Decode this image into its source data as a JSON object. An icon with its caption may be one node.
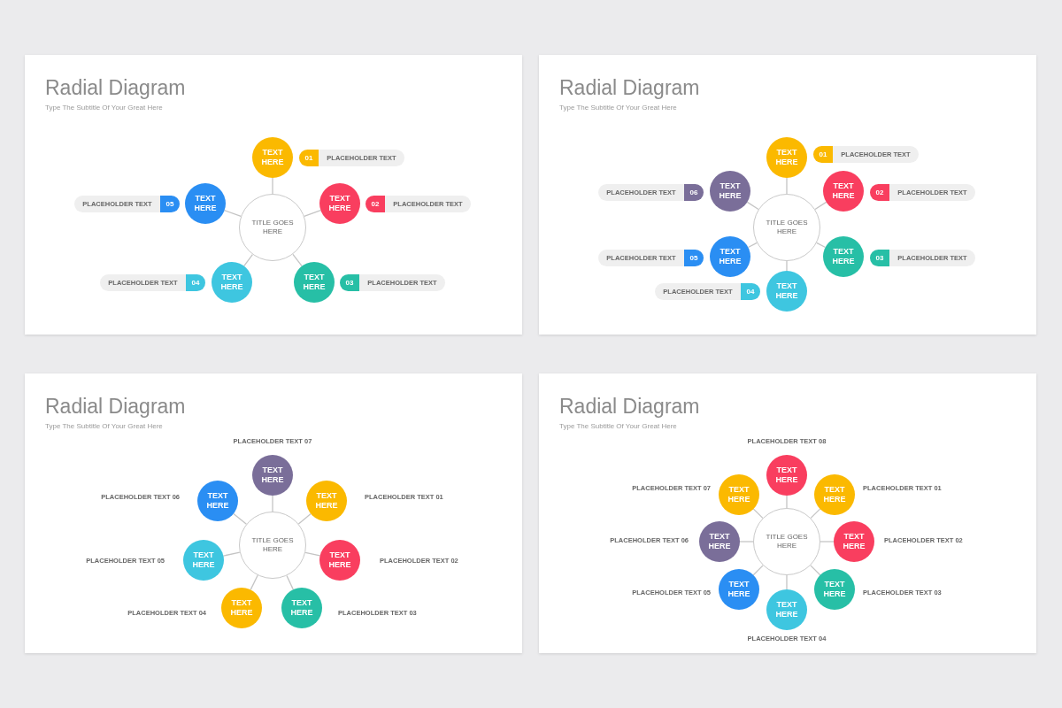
{
  "diagram": {
    "nodes": [
      {
        "text": [
          "Radial Diagram",
          "Type The Subtitle Of Your Great Here"
        ]
      },
      {
        "text": [
          "TITLE GOES HERE"
        ],
        "in": 0
      },
      {
        "text": [
          "TEXT HERE"
        ],
        "in": 0
      },
      {
        "text": [
          "01",
          "PLACEHOLDER TEXT"
        ],
        "in": 0
      },
      {
        "text": [
          "TEXT HERE"
        ],
        "in": 0
      },
      {
        "text": [
          "02",
          "PLACEHOLDER TEXT"
        ],
        "in": 0
      },
      {
        "text": [
          "TEXT HERE"
        ],
        "in": 0
      },
      {
        "text": [
          "03",
          "PLACEHOLDER TEXT"
        ],
        "in": 0
      },
      {
        "text": [
          "TEXT HERE"
        ],
        "in": 0
      },
      {
        "text": [
          "PLACEHOLDER TEXT",
          "04"
        ],
        "in": 0
      },
      {
        "text": [
          "TEXT HERE"
        ],
        "in": 0
      },
      {
        "text": [
          "PLACEHOLDER TEXT",
          "05"
        ],
        "in": 0
      },
      {
        "text": [
          "Radial Diagram",
          "Type The Subtitle Of Your Great Here"
        ]
      },
      {
        "text": [
          "TITLE GOES HERE"
        ],
        "in": 12
      },
      {
        "text": [
          "TEXT HERE"
        ],
        "in": 12
      },
      {
        "text": [
          "01",
          "PLACEHOLDER TEXT"
        ],
        "in": 12
      },
      {
        "text": [
          "TEXT HERE"
        ],
        "in": 12
      },
      {
        "text": [
          "02",
          "PLACEHOLDER TEXT"
        ],
        "in": 12
      },
      {
        "text": [
          "TEXT HERE"
        ],
        "in": 12
      },
      {
        "text": [
          "03",
          "PLACEHOLDER TEXT"
        ],
        "in": 12
      },
      {
        "text": [
          "TEXT HERE"
        ],
        "in": 12
      },
      {
        "text": [
          "PLACEHOLDER TEXT",
          "04"
        ],
        "in": 12
      },
      {
        "text": [
          "TEXT HERE"
        ],
        "in": 12
      },
      {
        "text": [
          "PLACEHOLDER TEXT",
          "05"
        ],
        "in": 12
      },
      {
        "text": [
          "TEXT HERE"
        ],
        "in": 12
      },
      {
        "text": [
          "PLACEHOLDER TEXT",
          "06"
        ],
        "in": 12
      },
      {
        "text": [
          "Radial Diagram",
          "Type The Subtitle Of Your Great Here"
        ]
      },
      {
        "text": [
          "TITLE GOES HERE"
        ],
        "in": 26
      },
      {
        "text": [
          "TEXT HERE"
        ],
        "in": 26,
        "beside": [
          "PLACEHOLDER TEXT 01"
        ]
      },
      {
        "text": [
          "TEXT HERE"
        ],
        "in": 26,
        "beside": [
          "PLACEHOLDER TEXT 02"
        ]
      },
      {
        "text": [
          "TEXT HERE"
        ],
        "in": 26,
        "beside": [
          "PLACEHOLDER TEXT 03"
        ]
      },
      {
        "text": [
          "TEXT HERE"
        ],
        "in": 26,
        "beside": [
          "PLACEHOLDER TEXT 04"
        ]
      },
      {
        "text": [
          "TEXT HERE"
        ],
        "in": 26,
        "beside": [
          "PLACEHOLDER TEXT 05"
        ]
      },
      {
        "text": [
          "TEXT HERE"
        ],
        "in": 26,
        "beside": [
          "PLACEHOLDER TEXT 06"
        ]
      },
      {
        "text": [
          "TEXT HERE"
        ],
        "in": 26,
        "beside": [
          "PLACEHOLDER TEXT 07"
        ]
      },
      {
        "text": [
          "Radial Diagram",
          "Type The Subtitle Of Your Great Here"
        ]
      },
      {
        "text": [
          "TITLE GOES HERE"
        ],
        "in": 35
      },
      {
        "text": [
          "TEXT HERE"
        ],
        "in": 35,
        "beside": [
          "PLACEHOLDER TEXT 01"
        ]
      },
      {
        "text": [
          "TEXT HERE"
        ],
        "in": 35,
        "beside": [
          "PLACEHOLDER TEXT 02"
        ]
      },
      {
        "text": [
          "TEXT HERE"
        ],
        "in": 35,
        "beside": [
          "PLACEHOLDER TEXT 03"
        ]
      },
      {
        "text": [
          "TEXT HERE"
        ],
        "in": 35,
        "beside": [
          "PLACEHOLDER TEXT 04"
        ]
      },
      {
        "text": [
          "TEXT HERE"
        ],
        "in": 35,
        "beside": [
          "PLACEHOLDER TEXT 05"
        ]
      },
      {
        "text": [
          "TEXT HERE"
        ],
        "in": 35,
        "beside": [
          "PLACEHOLDER TEXT 06"
        ]
      },
      {
        "text": [
          "TEXT HERE"
        ],
        "in": 35,
        "beside": [
          "PLACEHOLDER TEXT 07"
        ]
      },
      {
        "text": [
          "TEXT HERE"
        ],
        "in": 35,
        "beside": [
          "PLACEHOLDER TEXT 08"
        ]
      }
    ],
    "edges": [
      {
        "from": 1,
        "to": 2,
        "arrow": "none"
      },
      {
        "from": 1,
        "to": 4,
        "arrow": "none"
      },
      {
        "from": 1,
        "to": 6,
        "arrow": "none"
      },
      {
        "from": 1,
        "to": 8,
        "arrow": "none"
      },
      {
        "from": 1,
        "to": 10,
        "arrow": "none"
      },
      {
        "from": 13,
        "to": 14,
        "arrow": "none"
      },
      {
        "from": 13,
        "to": 16,
        "arrow": "none"
      },
      {
        "from": 13,
        "to": 18,
        "arrow": "none"
      },
      {
        "from": 13,
        "to": 20,
        "arrow": "none"
      },
      {
        "from": 13,
        "to": 22,
        "arrow": "none"
      },
      {
        "from": 13,
        "to": 24,
        "arrow": "none"
      },
      {
        "from": 27,
        "to": 28,
        "arrow": "none"
      },
      {
        "from": 27,
        "to": 29,
        "arrow": "none"
      },
      {
        "from": 27,
        "to": 30,
        "arrow": "none"
      },
      {
        "from": 27,
        "to": 31,
        "arrow": "none"
      },
      {
        "from": 27,
        "to": 32,
        "arrow": "none"
      },
      {
        "from": 27,
        "to": 33,
        "arrow": "none"
      },
      {
        "from": 27,
        "to": 34,
        "arrow": "none"
      },
      {
        "from": 36,
        "to": 37,
        "arrow": "none"
      },
      {
        "from": 36,
        "to": 38,
        "arrow": "none"
      },
      {
        "from": 36,
        "to": 39,
        "arrow": "none"
      },
      {
        "from": 36,
        "to": 40,
        "arrow": "none"
      },
      {
        "from": 36,
        "to": 41,
        "arrow": "none"
      },
      {
        "from": 36,
        "to": 42,
        "arrow": "none"
      },
      {
        "from": 36,
        "to": 43,
        "arrow": "none"
      },
      {
        "from": 36,
        "to": 44,
        "arrow": "none"
      }
    ]
  }
}
